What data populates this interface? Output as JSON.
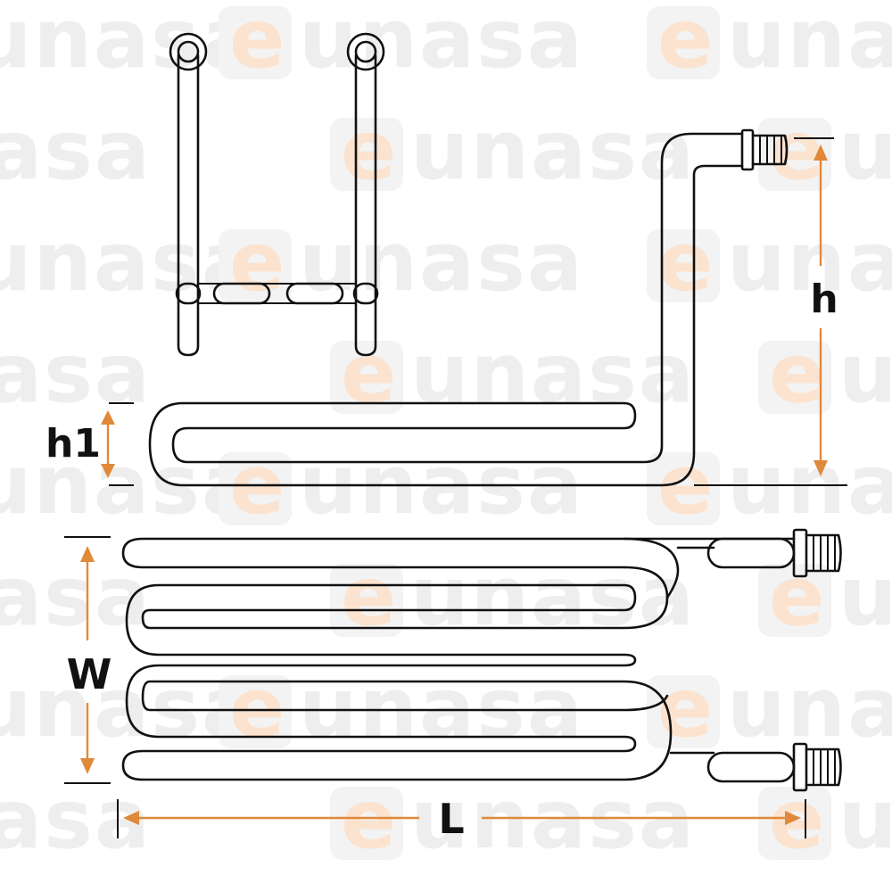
{
  "watermark": {
    "brand_e": "e",
    "brand_rest": "unasa"
  },
  "dimensions": {
    "h": "h",
    "h1": "h1",
    "w": "W",
    "l": "L"
  },
  "colors": {
    "line": "#111111",
    "dimension": "#e0893a",
    "watermark_gray": "#eeeeee",
    "watermark_orange": "#fbe3cf"
  }
}
